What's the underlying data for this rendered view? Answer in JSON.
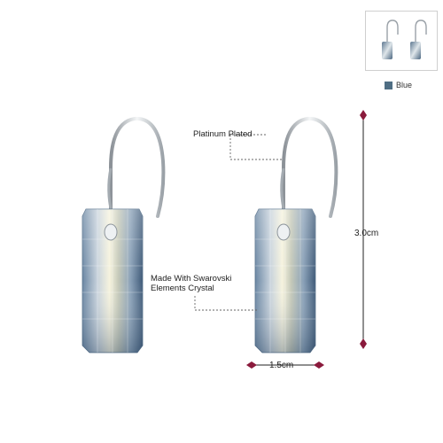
{
  "product": {
    "color_option": {
      "label": "Blue",
      "swatch_color": "#4f6e84"
    },
    "annotations": {
      "plating": "Platinum Plated",
      "crystal_line1": "Made With Swarovski",
      "crystal_line2": "Elements Crystal"
    },
    "dimensions": {
      "height": "3.0cm",
      "width": "1.5cm"
    }
  },
  "colors": {
    "dimension_marker": "#8a1a3c",
    "thumbnail_border": "#cfcfcf"
  }
}
